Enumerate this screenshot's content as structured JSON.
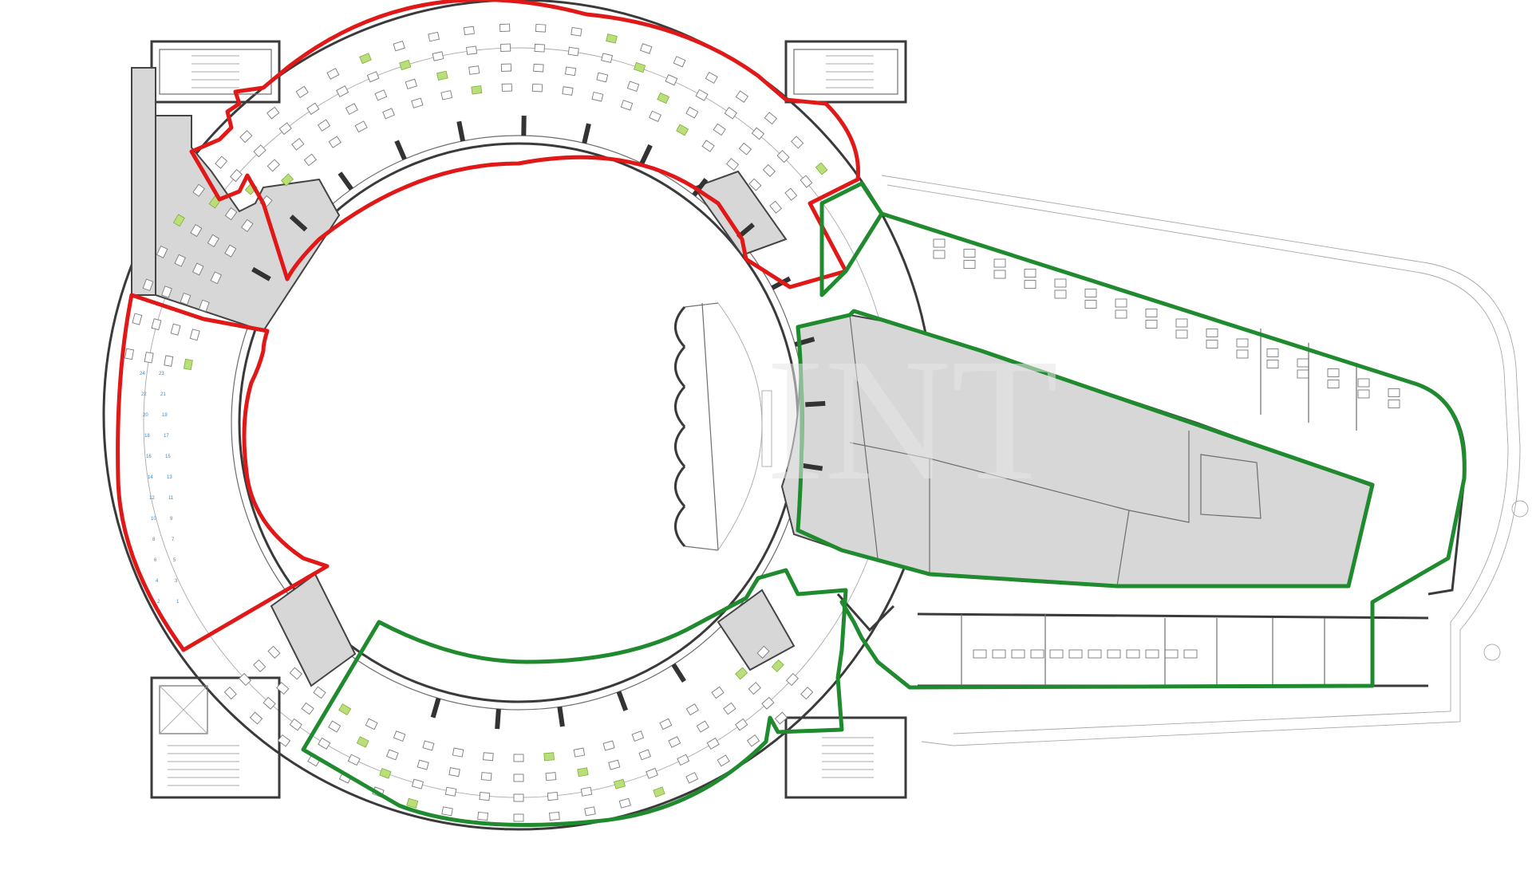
{
  "plan": {
    "watermark": "INT",
    "colors": {
      "red_zone": "#e01818",
      "green_zone": "#1f8a2e",
      "wall": "#3a3a3a",
      "solid_area": "#d7d7d7",
      "workstation_highlight": "#b9de7a",
      "desk_number": "#2e8bd4"
    },
    "zones": [
      {
        "id": "north-arc",
        "status": "red"
      },
      {
        "id": "west-arc",
        "status": "red"
      },
      {
        "id": "south-arc",
        "status": "green"
      },
      {
        "id": "east-wing-outer",
        "status": "green"
      },
      {
        "id": "east-wing-inner",
        "status": "green"
      }
    ],
    "desk_numbers": [
      "24",
      "23",
      "22",
      "21",
      "20",
      "19",
      "18",
      "17",
      "16",
      "15",
      "14",
      "13",
      "12",
      "11",
      "10",
      "9",
      "8",
      "7",
      "6",
      "5",
      "4",
      "3",
      "2",
      "1"
    ]
  }
}
